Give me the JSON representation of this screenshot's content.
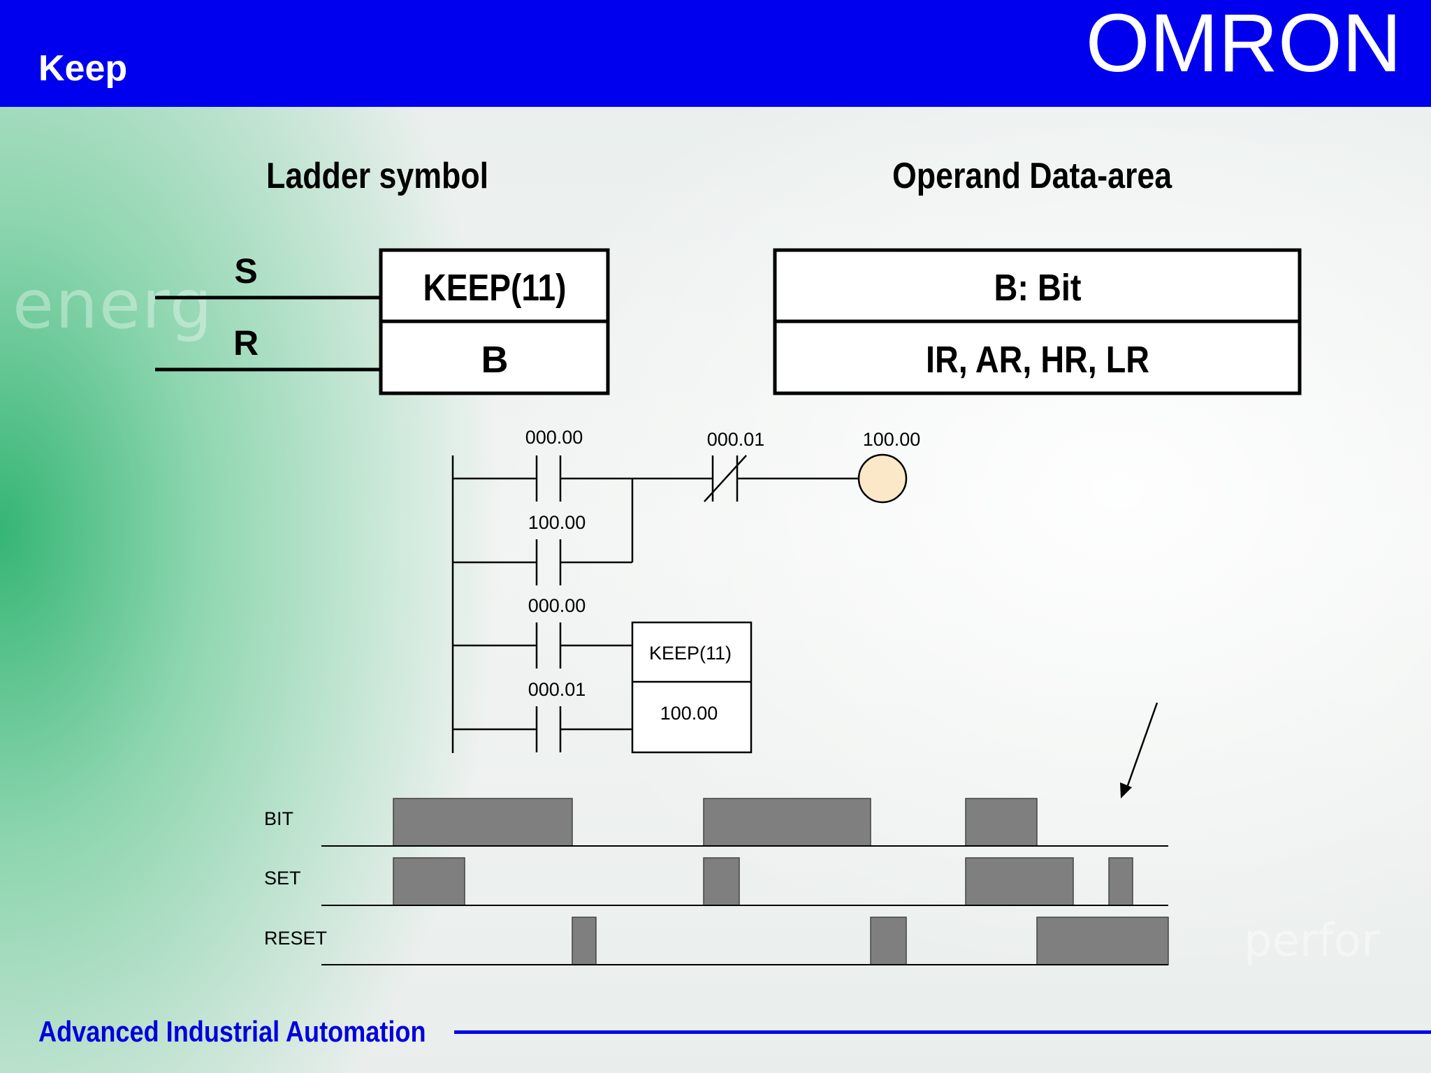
{
  "header": {
    "title": "Keep",
    "brand": "OMRON"
  },
  "background": {
    "watermark": "energ",
    "watermark2": "perfor"
  },
  "ladder_symbol": {
    "heading": "Ladder symbol",
    "set_label": "S",
    "reset_label": "R",
    "instruction": "KEEP(11)",
    "operand": "B"
  },
  "operand_area": {
    "heading": "Operand Data-area",
    "row1": "B: Bit",
    "row2": "IR, AR, HR, LR"
  },
  "ladder_example": {
    "rung1_contact1": "000.00",
    "rung1_contact2": "000.01",
    "rung1_output": "100.00",
    "rung1_seal": "100.00",
    "rung2_set": "000.00",
    "rung2_reset": "000.01",
    "rung2_instruction": "KEEP(11)",
    "rung2_operand": "100.00"
  },
  "timing": {
    "signals": [
      "BIT",
      "SET",
      "RESET"
    ]
  },
  "footer": {
    "text": "Advanced Industrial Automation"
  },
  "colors": {
    "header": "#0000ee",
    "pulse": "#7f7f7f",
    "coil": "#fbe8c8"
  }
}
